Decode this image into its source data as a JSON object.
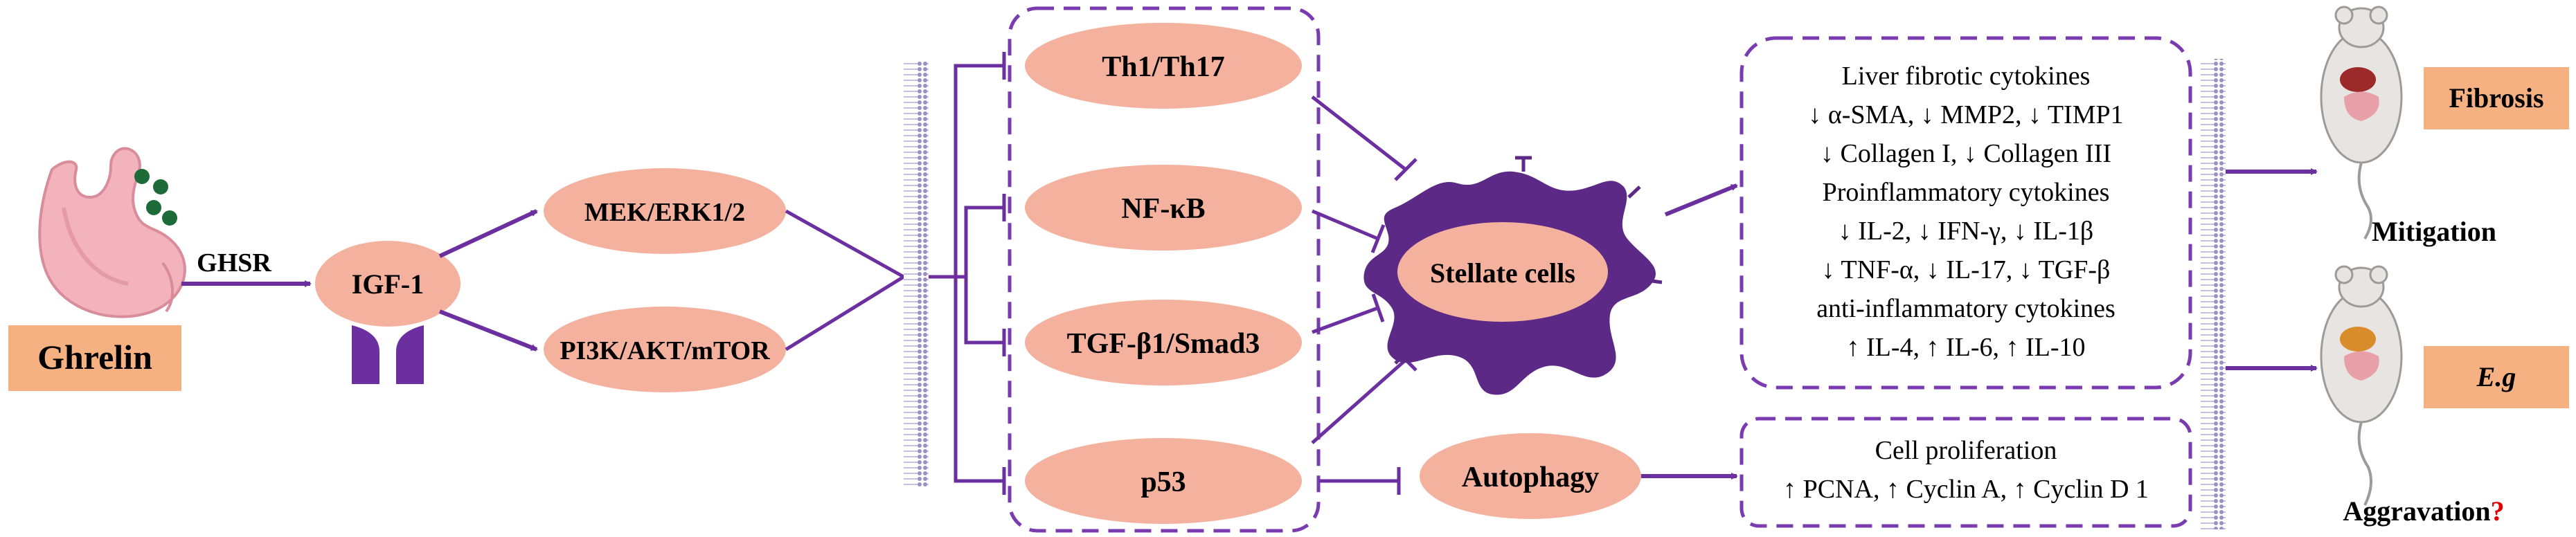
{
  "colors": {
    "node_fill": "#F4B19D",
    "box_fill": "#F6B183",
    "arrow": "#6B2FA0",
    "stellate": "#5C2A86",
    "dashed_border": "#7A3AB0",
    "stomach": "#F2B3BC",
    "dots": "#1E6B3A",
    "question": "#E00000"
  },
  "ligand": {
    "label": "Ghrelin",
    "icon": "stomach-icon"
  },
  "receptor_label": "GHSR",
  "igf1": "IGF-1",
  "kinases": [
    "MEK/ERK1/2",
    "PI3K/AKT/mTOR"
  ],
  "targets": [
    "Th1/Th17",
    "NF-κB",
    "TGF-β1/Smad3",
    "p53"
  ],
  "stellate": "Stellate cells",
  "autophagy": "Autophagy",
  "cytokines": [
    "Liver fibrotic cytokines",
    "↓ α-SMA,  ↓ MMP2,  ↓ TIMP1",
    "↓ Collagen I,  ↓ Collagen III",
    "Proinflammatory cytokines",
    "↓ IL-2,  ↓ IFN-γ,  ↓ IL-1β",
    "↓ TNF-α,  ↓ IL-17,  ↓ TGF-β",
    "anti-inflammatory cytokines",
    "↑ IL-4,  ↑ IL-6,  ↑ IL-10"
  ],
  "proliferation": [
    "Cell proliferation",
    "↑ PCNA, ↑ Cyclin A, ↑ Cyclin D 1"
  ],
  "outcomes": {
    "top_box": "Fibrosis",
    "top_label": "Mitigation",
    "bottom_box": "E.g",
    "bottom_label": "Aggravation",
    "question_mark": "?"
  }
}
